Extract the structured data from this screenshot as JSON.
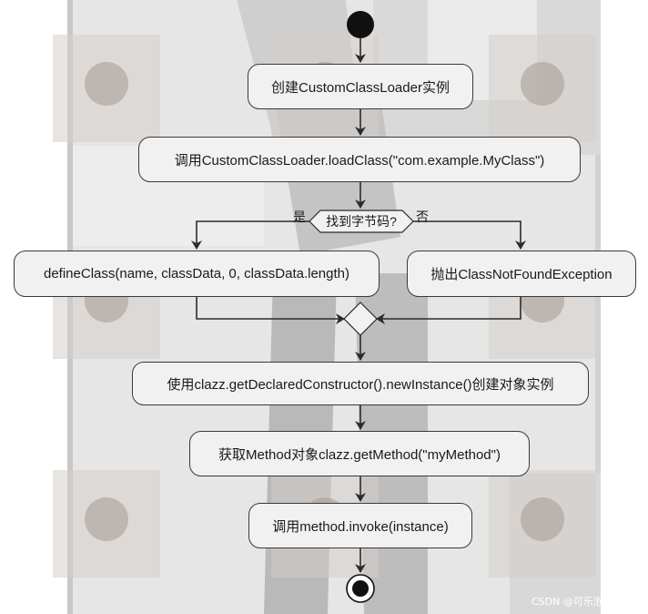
{
  "nodes": {
    "create_loader": "创建CustomClassLoader实例",
    "load_class": "调用CustomClassLoader.loadClass(\"com.example.MyClass\")",
    "decision": "找到字节码?",
    "define_class": "defineClass(name, classData, 0, classData.length)",
    "throw_exception": "抛出ClassNotFoundException",
    "new_instance": "使用clazz.getDeclaredConstructor().newInstance()创建对象实例",
    "get_method": "获取Method对象clazz.getMethod(\"myMethod\")",
    "invoke": "调用method.invoke(instance)"
  },
  "edge_labels": {
    "yes": "是",
    "no": "否"
  },
  "watermark": "CSDN @可乐泡枸杞·",
  "colors": {
    "node_fill": "#f1f1f1",
    "stroke": "#2b2b2b",
    "start_end": "#111111"
  }
}
